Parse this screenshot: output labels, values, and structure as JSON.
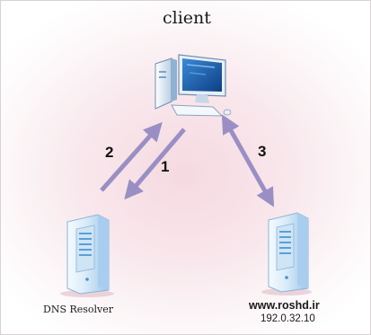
{
  "diagram": {
    "client_title": "client",
    "arrow_labels": {
      "request_to_client": "1",
      "request_to_resolver": "2",
      "server_link": "3"
    },
    "dns_resolver_label": "DNS Resolver",
    "web_server": {
      "name": "www.roshd.ir",
      "ip": "192.0.32.10"
    },
    "colors": {
      "arrow": "#9a8fc4",
      "background": "#f6d9e1",
      "server_body": "#d7e9f7",
      "server_accent": "#5b9fd8",
      "screen": "#1b5fa8"
    },
    "icons": [
      "computer-icon",
      "dns-server-icon",
      "web-server-icon"
    ]
  }
}
